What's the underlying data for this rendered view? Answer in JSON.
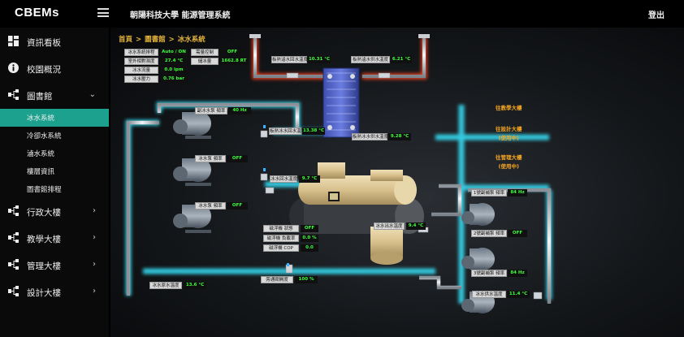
{
  "app": {
    "brand": "CBEMs",
    "system_title": "朝陽科技大學 能源管理系統",
    "logout_label": "登出"
  },
  "sidebar": {
    "items": [
      {
        "label": "資訊看板",
        "icon": "dashboard-icon"
      },
      {
        "label": "校園概況",
        "icon": "info-icon"
      },
      {
        "label": "圖書館",
        "icon": "network-icon",
        "expanded": true
      },
      {
        "label": "行政大樓",
        "icon": "network-icon"
      },
      {
        "label": "教學大樓",
        "icon": "network-icon"
      },
      {
        "label": "管理大樓",
        "icon": "network-icon"
      },
      {
        "label": "設計大樓",
        "icon": "network-icon"
      }
    ],
    "library_sub": [
      {
        "label": "冰水系統",
        "active": true
      },
      {
        "label": "冷卻水系統"
      },
      {
        "label": "滷水系統"
      },
      {
        "label": "樓層資訊"
      },
      {
        "label": "圖書館排程"
      }
    ]
  },
  "breadcrumb": [
    "首頁",
    "圖書館",
    "冰水系統"
  ],
  "status_table": {
    "rows": [
      {
        "label": "冰水系統排程",
        "value": "Auto / ON"
      },
      {
        "label": "室外相對濕度",
        "value": "27.4 °C"
      },
      {
        "label": "冰水流量",
        "value": "0.0 lpm"
      },
      {
        "label": "冰水壓力",
        "value": "0.76 bar"
      }
    ],
    "extra": [
      {
        "label": "需量控制",
        "value": "OFF"
      },
      {
        "label": "儲冰量",
        "value": "1662.8 RT"
      }
    ]
  },
  "hx": {
    "brine_in": {
      "label": "板熱滷水回水溫度",
      "value": "10.31 °C"
    },
    "brine_out": {
      "label": "板熱滷水供水溫度",
      "value": "6.21 °C"
    },
    "ice_in": {
      "label": "板熱冰水回水溫度",
      "value": "13.38 °C"
    },
    "ice_out": {
      "label": "板熱冰水供水溫度",
      "value": "9.28 °C"
    }
  },
  "pumps_left": [
    {
      "label": "副冰水泵 頻率",
      "value": "40 Hz"
    },
    {
      "label": "冰水泵 頻率",
      "value": "OFF"
    },
    {
      "label": "冰水泵 頻率",
      "value": "OFF"
    }
  ],
  "chiller": {
    "return_temp": {
      "label": "冰水回水溫度",
      "value": "9.7 °C"
    },
    "supply_temp": {
      "label": "冰水出水溫度",
      "value": "9.4 °C"
    },
    "status": [
      {
        "label": "磁浮機 狀態",
        "value": "OFF"
      },
      {
        "label": "磁浮機 負載率",
        "value": "0.0 %"
      },
      {
        "label": "磁浮機 COP",
        "value": "0.0"
      }
    ]
  },
  "bottom": {
    "supply": {
      "label": "冰水原水溫度",
      "value": "13.6 °C"
    },
    "valve": {
      "label": "旁通閥開度",
      "value": "100 %"
    },
    "right_temp": {
      "label": "冰水供水溫度",
      "value": "11.4 °C"
    }
  },
  "pumps_right": [
    {
      "label": "1號副補泵 頻率",
      "value": "84 Hz"
    },
    {
      "label": "2號副補泵 頻率",
      "value": "OFF"
    },
    {
      "label": "3號副補泵 頻率",
      "value": "84 Hz"
    }
  ],
  "destinations": [
    {
      "line1": "往教學大樓",
      "line2": ""
    },
    {
      "line1": "往設計大樓",
      "line2": "(使用中)"
    },
    {
      "line1": "往管理大樓",
      "line2": "(使用中)"
    }
  ],
  "colors": {
    "accent": "#1ba18e",
    "crumb": "#e3b23c",
    "value_green": "#3cff3c",
    "destination": "#f5a623",
    "pipe_glow_cyan": "#39e6ff",
    "pipe_glow_red": "#ff5533"
  }
}
